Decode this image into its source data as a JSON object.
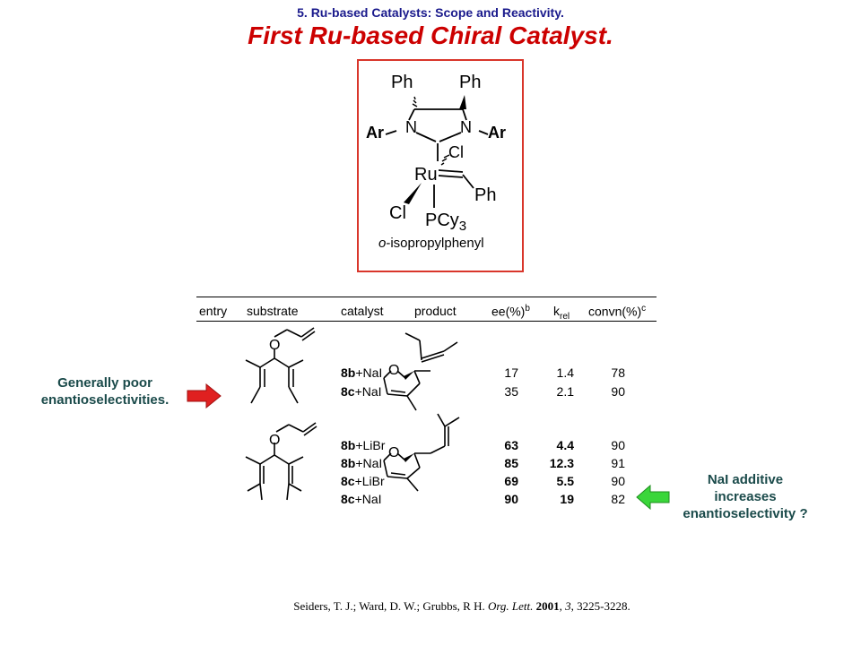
{
  "header": {
    "subtitle": "5. Ru-based Catalysts: Scope and Reactivity.",
    "title": "First Ru-based Chiral Catalyst."
  },
  "catalyst": {
    "labels": {
      "ph_left": "Ph",
      "ph_right": "Ph",
      "ar_left": "Ar",
      "ar_right": "Ar",
      "n_left": "N",
      "n_right": "N",
      "cl_top": "Cl",
      "ru": "Ru",
      "ph_benzylidene": "Ph",
      "cl_bottom": "Cl",
      "pcy3": "PCy",
      "pcy3_sub": "3",
      "ar_def_prefix": "o",
      "ar_def_rest": "-isopropylphenyl"
    }
  },
  "table": {
    "headers": [
      "entry",
      "substrate",
      "catalyst",
      "product",
      "ee(%)",
      "b",
      "k",
      "rel",
      "convn(%)",
      "c"
    ],
    "group1": [
      {
        "cat_bold": "8b",
        "cat_rest": "+NaI",
        "ee": "17",
        "krel": "1.4",
        "convn": "78"
      },
      {
        "cat_bold": "8c",
        "cat_rest": "+NaI",
        "ee": "35",
        "krel": "2.1",
        "convn": "90"
      }
    ],
    "group2": [
      {
        "cat_bold": "8b",
        "cat_rest": "+LiBr",
        "ee": "63",
        "krel": "4.4",
        "convn": "90"
      },
      {
        "cat_bold": "8b",
        "cat_rest": "+NaI",
        "ee": "85",
        "krel": "12.3",
        "convn": "91"
      },
      {
        "cat_bold": "8c",
        "cat_rest": "+LiBr",
        "ee": "69",
        "krel": "5.5",
        "convn": "90"
      },
      {
        "cat_bold": "8c",
        "cat_rest": "+NaI",
        "ee": "90",
        "krel": "19",
        "convn": "82"
      }
    ],
    "oxygen": "O"
  },
  "notes": {
    "left_line1": "Generally poor",
    "left_line2": "enantioselectivities.",
    "right_line1": "NaI additive",
    "right_line2": "increases",
    "right_line3": "enantioselectivity ?"
  },
  "citation": {
    "authors": "Seiders, T. J.; Ward, D. W.; Grubbs, R H. ",
    "journal": "Org. Lett.",
    "year": "2001",
    "volume": "3",
    "pages": ", 3225-3228."
  },
  "colors": {
    "title": "#cc0000",
    "subtitle": "#1a1a8c",
    "box_border": "#d9362b",
    "red_arrow": "#e02020",
    "green_arrow": "#3ad63a",
    "note_text": "#1a4a4a"
  }
}
